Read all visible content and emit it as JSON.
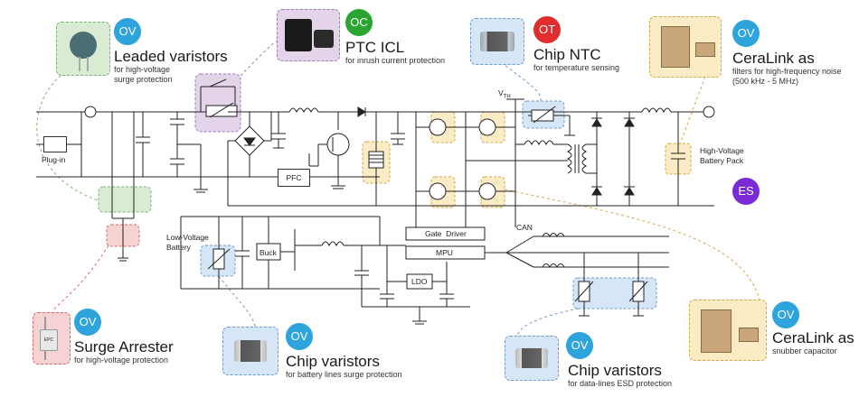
{
  "callouts": {
    "leaded_varistors": {
      "badge": "OV",
      "title": "Leaded varistors",
      "sub1": "for high-voltage",
      "sub2": "surge protection"
    },
    "ptc_icl": {
      "badge": "OC",
      "title": "PTC ICL",
      "sub1": "for inrush current protection"
    },
    "chip_ntc": {
      "badge": "OT",
      "title": "Chip NTC",
      "sub1": "for temperature sensing"
    },
    "ceralink_filters": {
      "badge": "OV",
      "title": "CeraLink as",
      "sub1": "filters for high-frequency noise",
      "sub2": "(500 kHz - 5 MHz)"
    },
    "es_badge": {
      "badge": "ES"
    },
    "surge_arrester": {
      "badge": "OV",
      "title": "Surge Arrester",
      "sub1": "for high-voltage protection"
    },
    "chip_varistors_battery": {
      "badge": "OV",
      "title": "Chip varistors",
      "sub1": "for battery lines surge protection"
    },
    "chip_varistors_data": {
      "badge": "OV",
      "title": "Chip varistors",
      "sub1": "for data-lines ESD protection"
    },
    "ceralink_snubber": {
      "badge": "OV",
      "title": "CeraLink as",
      "sub1": "snubber capacitor"
    }
  },
  "schematic_labels": {
    "plug_in": "Plug-in",
    "pfc": "PFC",
    "vth": "V",
    "vth_sub": "TH",
    "hv_battery_1": "High-Voltage",
    "hv_battery_2": "Battery Pack",
    "lv_battery_1": "Low-Voltage",
    "lv_battery_2": "Battery",
    "buck": "Buck",
    "gate_driver": "Gate  Driver",
    "mpu": "MPU",
    "can": "CAN",
    "ldo": "LDO",
    "arrester_part": "EPC"
  },
  "colors": {
    "ov": "#2ea4dd",
    "oc": "#2aa531",
    "ot": "#e02d2d",
    "es": "#7a2bd6",
    "highlight_green": "#d9ecd3",
    "highlight_purple": "#e3d4ea",
    "highlight_blue": "#d6e6f6",
    "highlight_yellow": "#fbecc6",
    "highlight_red": "#f6d3d3"
  }
}
